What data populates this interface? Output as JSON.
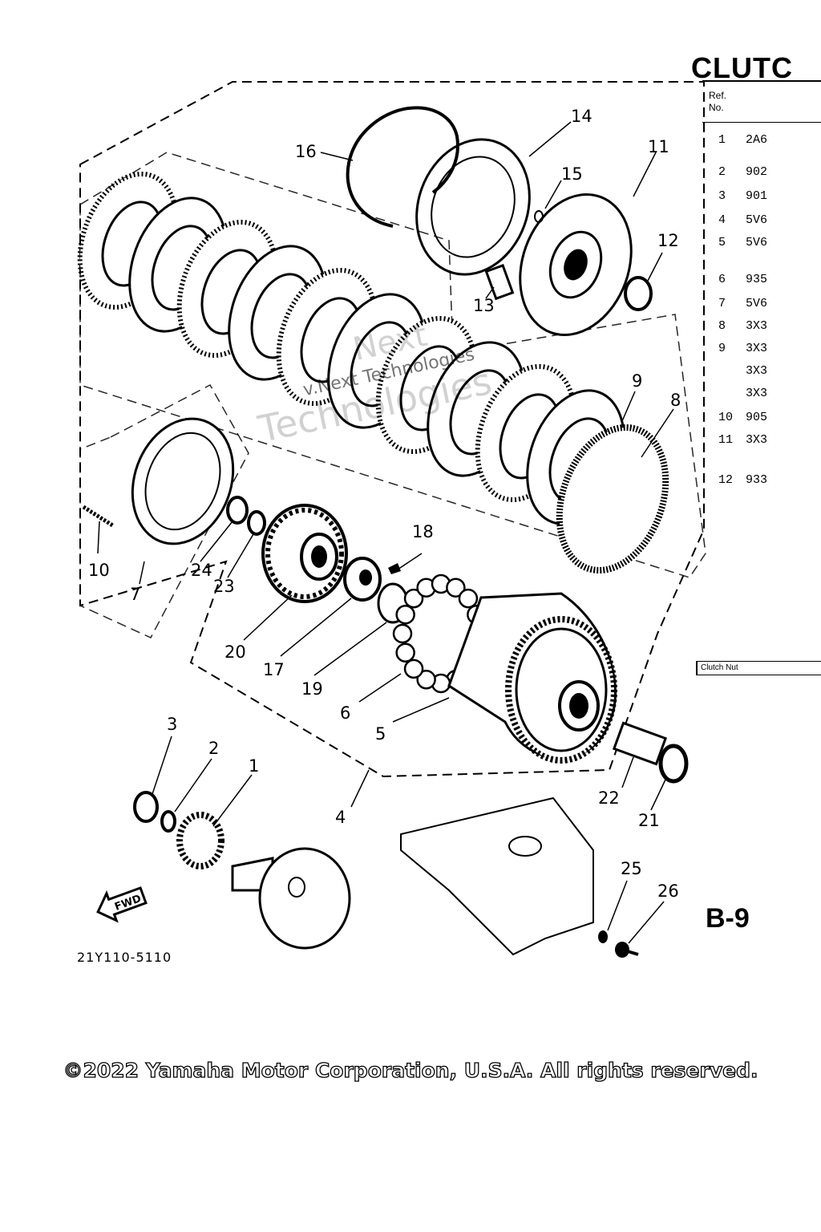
{
  "header": {
    "title": "CLUTC",
    "ref_label": "Ref.",
    "no_label": "No."
  },
  "ref_table": [
    {
      "no": "1",
      "code": "2A6"
    },
    {
      "no": "2",
      "code": "902"
    },
    {
      "no": "3",
      "code": "901"
    },
    {
      "no": "4",
      "code": "5V6"
    },
    {
      "no": "5",
      "code": "5V6"
    },
    {
      "no": "6",
      "code": "935"
    },
    {
      "no": "7",
      "code": "5V6"
    },
    {
      "no": "8",
      "code": "3X3"
    },
    {
      "no": "9",
      "code": "3X3"
    },
    {
      "no": "",
      "code": "3X3"
    },
    {
      "no": "",
      "code": "3X3"
    },
    {
      "no": "10",
      "code": "905"
    },
    {
      "no": "11",
      "code": "3X3"
    },
    {
      "no": "12",
      "code": "933"
    }
  ],
  "note_box": "Clutch Nut",
  "page_number": "B-9",
  "figure_code": "21Y110-5110",
  "fwd_label": "FWD",
  "watermark": {
    "line1": "Next",
    "line2": "Technologies",
    "line3": "v.Next Technologies"
  },
  "copyright": "©2022 Yamaha Motor Corporation, U.S.A. All rights reserved.",
  "callouts": {
    "c1": "1",
    "c2": "2",
    "c3": "3",
    "c4": "4",
    "c5": "5",
    "c6": "6",
    "c7": "7",
    "c8": "8",
    "c9": "9",
    "c10": "10",
    "c11": "11",
    "c12": "12",
    "c13": "13",
    "c14": "14",
    "c15": "15",
    "c16": "16",
    "c17": "17",
    "c18": "18",
    "c19": "19",
    "c20": "20",
    "c21": "21",
    "c22": "22",
    "c23": "23",
    "c24": "24",
    "c25": "25",
    "c26": "26"
  }
}
